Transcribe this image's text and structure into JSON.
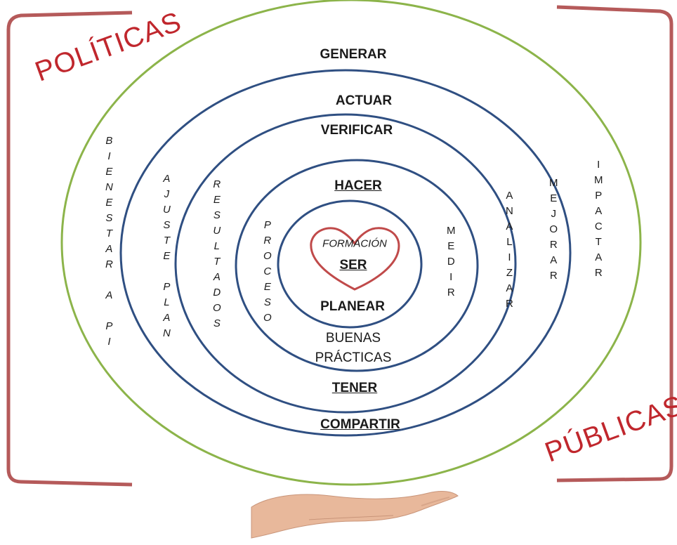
{
  "colors": {
    "outer_ring": "#8cb44a",
    "inner_rings": "#2f4f82",
    "heart": "#c04a4a",
    "bracket": "#b55a5a",
    "accent_text": "#c0272d"
  },
  "brackets": {
    "left_word": "POLÍTICAS",
    "right_word": "PÚBLICAS"
  },
  "rings": {
    "generar": "GENERAR",
    "actuar": "ACTUAR",
    "verificar": "VERIFICAR",
    "hacer": "HACER",
    "planear": "PLANEAR",
    "buenas_practicas_line1": "BUENAS",
    "buenas_practicas_line2": "PRÁCTICAS",
    "tener": "TENER",
    "compartir": "COMPARTIR"
  },
  "center": {
    "formacion": "FORMACIÓN",
    "ser": "SER"
  },
  "vertical_words": {
    "bienestar": "BIENESTAR A PI",
    "ajuste_plan": "AJUSTE PLAN",
    "resultados": "RESULTADOS",
    "proceso": "PROCESO",
    "medir": "MEDIR",
    "analizar": "ANALIZAR",
    "mejorar": "MEJORAR",
    "impactar": "IMPACTAR"
  },
  "hand_icon": "open-hand-icon"
}
